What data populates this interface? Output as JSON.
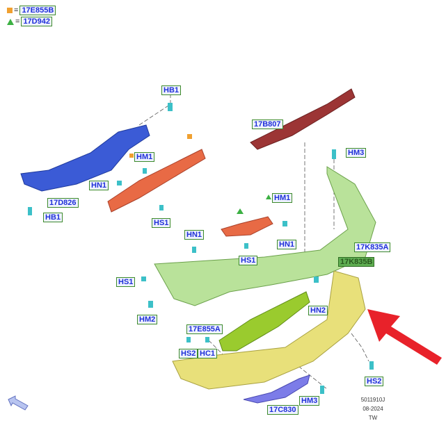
{
  "legend": [
    {
      "symbol": "orange-square",
      "eq": "=",
      "part": "17E855B"
    },
    {
      "symbol": "green-triangle",
      "eq": "=",
      "part": "17D942"
    }
  ],
  "labels": {
    "hb1_top": "HB1",
    "p17b807": "17B807",
    "hm3_top": "HM3",
    "hm1_left": "HM1",
    "hn1_left": "HN1",
    "p17d826": "17D826",
    "hb1_bottom": "HB1",
    "hs1_left": "HS1",
    "hm1_right": "HM1",
    "hn1_right": "HN1",
    "hn1_mid": "HN1",
    "hs1_mid": "HS1",
    "p17k835a": "17K835A",
    "p17k835b": "17K835B",
    "hs1_low": "HS1",
    "hn2": "HN2",
    "hm2": "HM2",
    "p17e855a": "17E855A",
    "hs2_left": "HS2",
    "hc1": "HC1",
    "hs2_right": "HS2",
    "p17c830": "17C830",
    "hm3_bottom": "HM3"
  },
  "meta": {
    "code": "5011910J",
    "date": "08-2024",
    "region": "TW"
  },
  "colors": {
    "label_text": "#1f2fd8",
    "label_border": "#3c8a2a",
    "arrow": "#e8222a"
  }
}
